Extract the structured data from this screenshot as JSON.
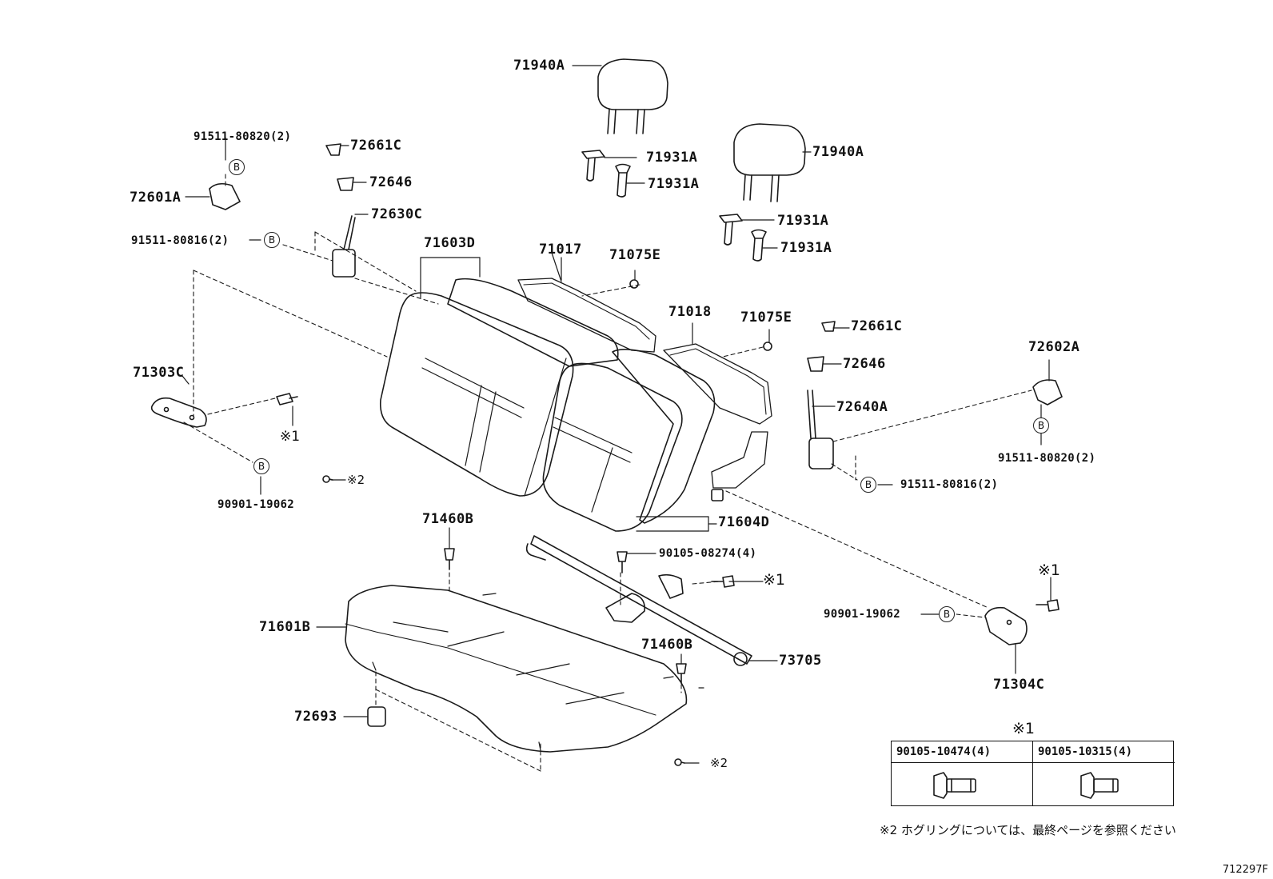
{
  "labels": {
    "headrest_left": "71940A",
    "headrest_right": "71940A",
    "support_1": "71931A",
    "support_2": "71931A",
    "support_3": "71931A",
    "support_4": "71931A",
    "bolt_left_top": "91511-80820(2)",
    "cover_left_top": "72661C",
    "knob_left": "72646",
    "hinge_left": "72601A",
    "lock_left": "72630C",
    "bolt_left_mid": "91511-80816(2)",
    "seatback_cover": "71603D",
    "frame_left": "71017",
    "nut_left": "71075E",
    "frame_right": "71018",
    "nut_right": "71075E",
    "cover_right_top": "72661C",
    "knob_right": "72646",
    "hinge_right": "72602A",
    "lock_right": "72640A",
    "bolt_right_top": "91511-80820(2)",
    "bolt_right_mid": "91511-80816(2)",
    "bracket_left": "71303C",
    "bolt_mark_left": "※1",
    "bolt_left_bottom": "90901-19062",
    "ring_mark_left": "※2",
    "seatback_cover_right": "71604D",
    "clip_left": "71460B",
    "bolt_center": "90105-08274(4)",
    "bolt_mark_center": "※1",
    "cushion": "71601B",
    "clip_right": "71460B",
    "hinge_bar": "73705",
    "bolt_right_bottom": "90901-19062",
    "bolt_mark_right": "※1",
    "bracket_right": "71304C",
    "hook": "72693",
    "ring_mark_right": "※2"
  },
  "circle_letter": "B",
  "bolt_table": {
    "title": "※1",
    "col1": "90105-10474(4)",
    "col2": "90105-10315(4)"
  },
  "footnote": "※2  ホグリングについては、最終ページを参照ください",
  "diagram_code": "712297F"
}
